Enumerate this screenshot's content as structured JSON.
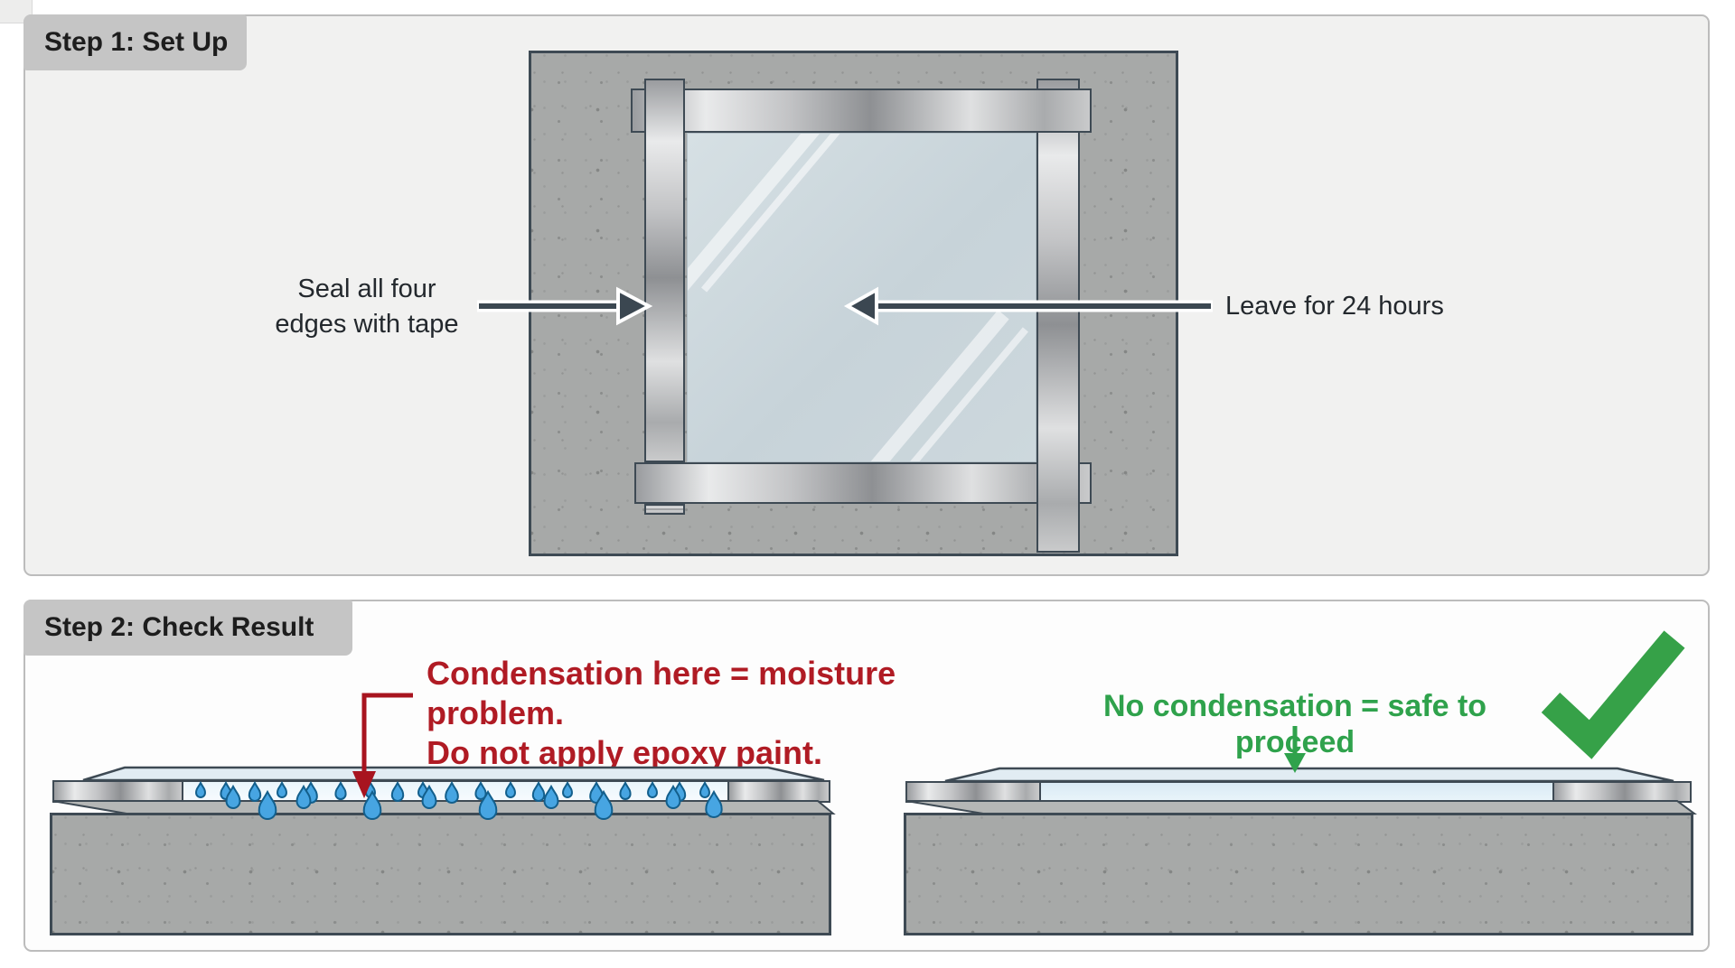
{
  "step1": {
    "badge": "Step 1: Set Up",
    "label_left": {
      "line1": "Seal all four",
      "line2": "edges with tape"
    },
    "label_right": "Leave for 24 hours"
  },
  "step2": {
    "badge": "Step 2: Check Result",
    "warning": {
      "line1": "Condensation here = moisture problem.",
      "line2": "Do not apply epoxy paint."
    },
    "ok_label": "No condensation = safe to proceed"
  },
  "icons": {
    "checkmark": "check-icon",
    "warning_pointer": "down-arrow-icon",
    "ok_pointer": "down-arrow-icon",
    "seal_pointer": "right-arrow-icon",
    "leave_pointer": "left-arrow-icon"
  },
  "colors": {
    "danger_red": "#b01b24",
    "danger_arrow": "#a8141f",
    "success_green": "#2fa24c",
    "check_green": "#36a148",
    "droplet_blue": "#47a5e2",
    "droplet_outline": "#135f8c",
    "slate_outline": "#3e4a54",
    "concrete_gray": "#a7a9a8",
    "badge_bg": "#c5c5c5",
    "panel1_bg": "#f1f1f0",
    "sheet_blue": "#ccd7dc"
  },
  "droplets": [
    [
      222,
      867,
      16
    ],
    [
      250,
      867,
      18
    ],
    [
      282,
      867,
      20
    ],
    [
      312,
      867,
      16
    ],
    [
      344,
      867,
      22
    ],
    [
      377,
      867,
      18
    ],
    [
      410,
      867,
      16
    ],
    [
      440,
      867,
      20
    ],
    [
      468,
      867,
      16
    ],
    [
      500,
      867,
      22
    ],
    [
      532,
      867,
      18
    ],
    [
      565,
      867,
      16
    ],
    [
      596,
      867,
      20
    ],
    [
      628,
      867,
      16
    ],
    [
      660,
      867,
      22
    ],
    [
      692,
      867,
      18
    ],
    [
      722,
      867,
      16
    ],
    [
      752,
      867,
      20
    ],
    [
      780,
      867,
      16
    ],
    [
      258,
      871,
      24
    ],
    [
      336,
      871,
      24
    ],
    [
      475,
      871,
      24
    ],
    [
      610,
      871,
      24
    ],
    [
      745,
      871,
      24
    ],
    [
      296,
      877,
      30
    ],
    [
      412,
      877,
      30
    ],
    [
      540,
      877,
      30
    ],
    [
      668,
      877,
      30
    ],
    [
      790,
      877,
      28
    ]
  ]
}
